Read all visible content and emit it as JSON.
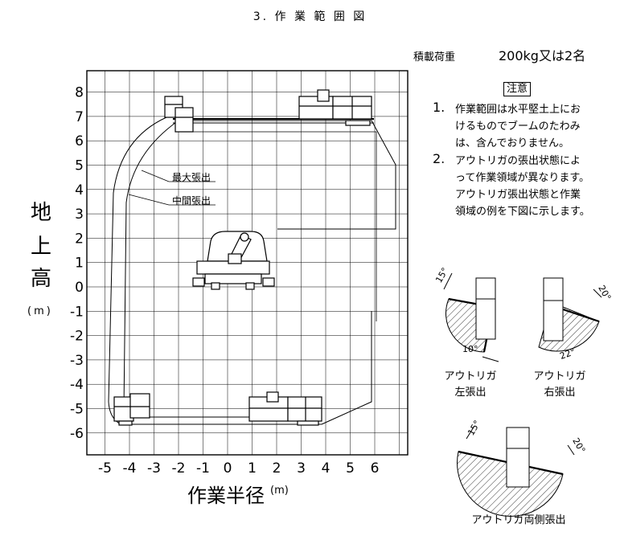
{
  "title": "3. 作 業 範 囲 図",
  "load": {
    "label": "積載荷重",
    "value": "200kg又は2名"
  },
  "notice": {
    "heading": "注意",
    "items": [
      {
        "num": "1.",
        "lines": [
          "作業範囲は水平堅土上にお",
          "けるものでブームのたわみ",
          "は、含んでおりません。"
        ]
      },
      {
        "num": "2.",
        "lines": [
          "アウトリガの張出状態によ",
          "って作業領域が異なります。",
          "アウトリガ張出状態と作業",
          "領域の例を下図に示します。"
        ]
      }
    ]
  },
  "y_axis": {
    "title": [
      "地",
      "上",
      "高"
    ],
    "unit": "(m)",
    "ticks": [
      "8",
      "7",
      "6",
      "5",
      "4",
      "3",
      "2",
      "1",
      "0",
      "-1",
      "-2",
      "-3",
      "-4",
      "-5",
      "-6"
    ]
  },
  "x_axis": {
    "title": "作業半径",
    "unit": "(m)",
    "ticks": [
      "-5",
      "-4",
      "-3",
      "-2",
      "-1",
      "0",
      "1",
      "2",
      "3",
      "4",
      "5",
      "6"
    ]
  },
  "curves": {
    "max": "最大張出",
    "mid": "中間張出"
  },
  "outrigger": {
    "left": {
      "caption": [
        "アウトリガ",
        "左張出"
      ],
      "angles": [
        "15°",
        "10°"
      ]
    },
    "right": {
      "caption": [
        "アウトリガ",
        "右張出"
      ],
      "angles": [
        "20°",
        "22°"
      ]
    },
    "both": {
      "caption": "アウトリガ両側張出",
      "angles": [
        "15°",
        "20°"
      ]
    }
  }
}
